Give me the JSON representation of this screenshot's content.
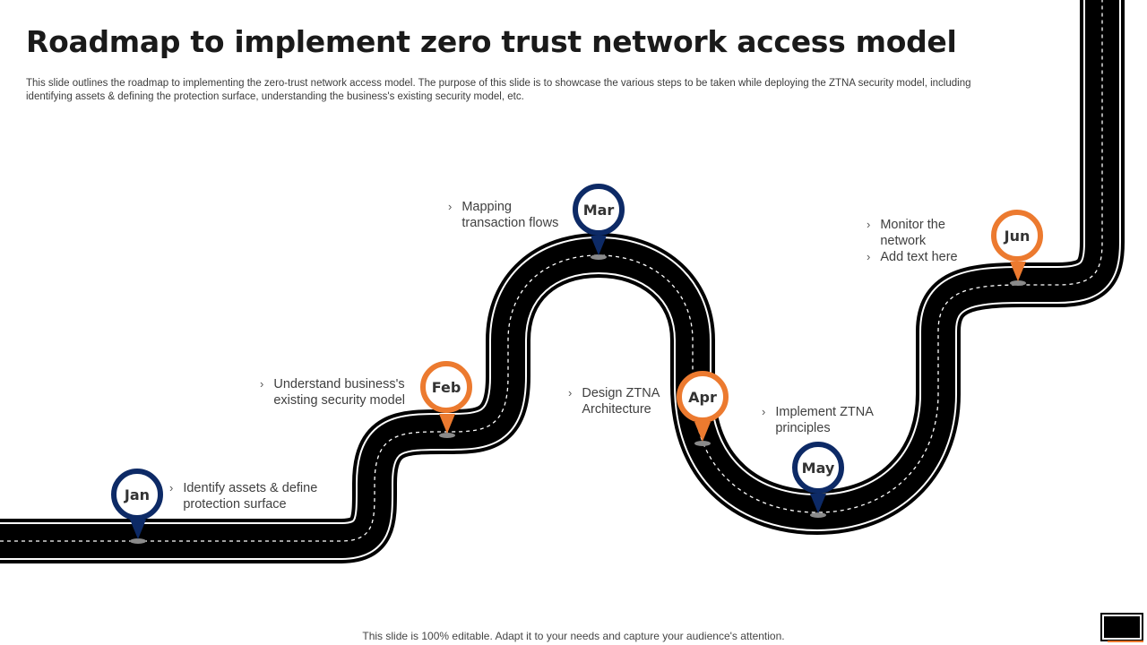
{
  "header": {
    "title": "Roadmap to implement zero trust network access model",
    "subtitle": "This slide outlines the roadmap to implementing the zero-trust network access model. The purpose of this slide is to showcase the various steps to be taken while deploying the ZTNA security model, including identifying assets & defining the protection surface, understanding the business's existing security model, etc."
  },
  "colors": {
    "navy": "#0d2a66",
    "orange": "#ec7a2f",
    "road": "#000000",
    "lane_marking": "#ffffff"
  },
  "milestones": [
    {
      "month": "Jan",
      "color": "navy",
      "bullets": [
        "Identify assets & define protection surface"
      ]
    },
    {
      "month": "Feb",
      "color": "orange",
      "bullets": [
        "Understand business's existing security model"
      ]
    },
    {
      "month": "Mar",
      "color": "navy",
      "bullets": [
        "Mapping transaction flows"
      ]
    },
    {
      "month": "Apr",
      "color": "orange",
      "bullets": [
        "Design ZTNA Architecture"
      ]
    },
    {
      "month": "May",
      "color": "navy",
      "bullets": [
        "Implement ZTNA principles"
      ]
    },
    {
      "month": "Jun",
      "color": "orange",
      "bullets": [
        "Monitor the network",
        "Add text here"
      ]
    }
  ],
  "footer": {
    "note": "This slide is 100% editable. Adapt it to your needs and capture your audience's attention."
  }
}
